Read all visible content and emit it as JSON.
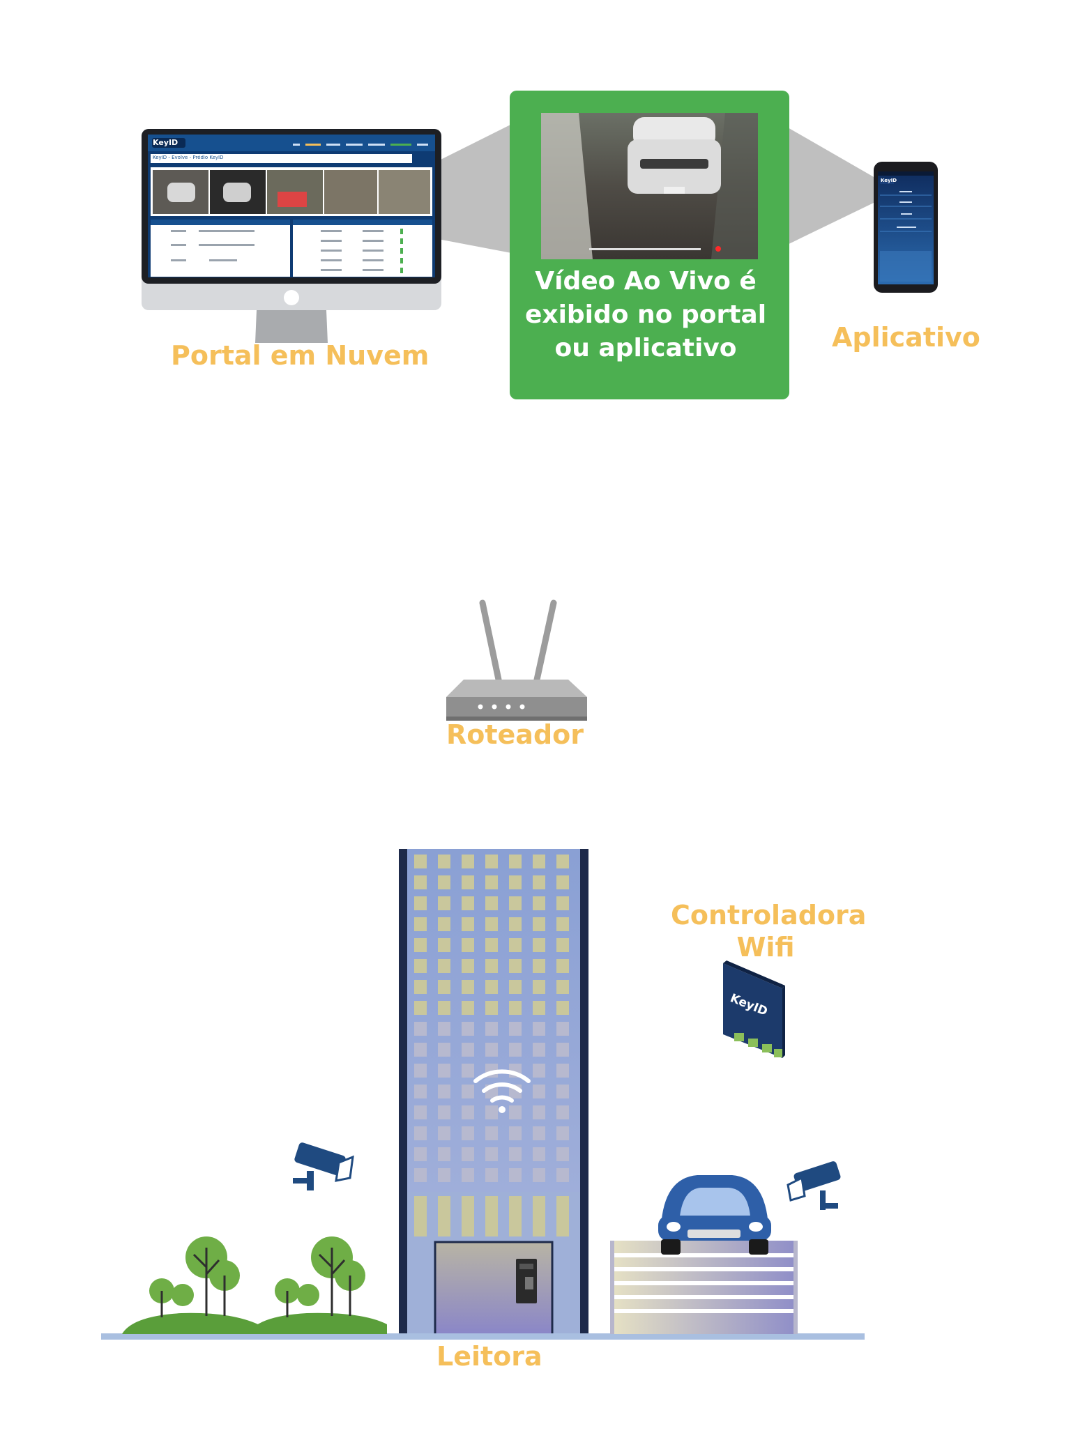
{
  "labels": {
    "portal": "Portal em Nuvem",
    "video_caption": "Vídeo Ao Vivo é exibido no portal ou aplicativo",
    "app": "Aplicativo",
    "router": "Roteador",
    "controller": "Controladora Wifi",
    "reader": "Leitora"
  },
  "monitor": {
    "logo": "KeyID",
    "breadcrumb": "KeyID - Evolve - Prédio KeyID"
  },
  "controller_device": {
    "logo": "KeyID"
  },
  "phone": {
    "logo": "KeyID"
  },
  "colors": {
    "accent_label": "#f5bf5a",
    "green_panel": "#4caf50",
    "building": "#8fa6d6",
    "building_dark": "#1e2a4a",
    "grass": "#5a9e3a",
    "ground": "#a9bfe0"
  }
}
